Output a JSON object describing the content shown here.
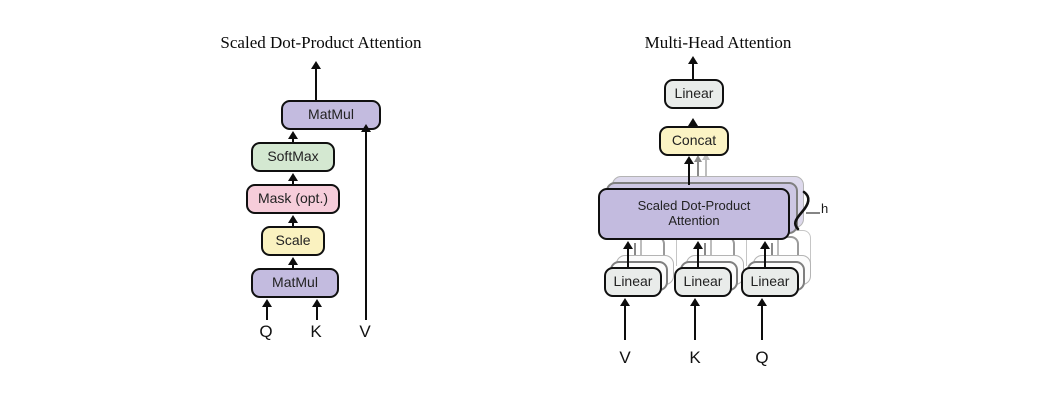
{
  "figure": {
    "panels": [
      {
        "id": "scaled-dot-product-attention",
        "title": "Scaled Dot-Product Attention",
        "nodes": [
          {
            "id": "matmul-top",
            "label": "MatMul",
            "color": "#c3bbdf"
          },
          {
            "id": "softmax",
            "label": "SoftMax",
            "color": "#d4e8d1"
          },
          {
            "id": "mask",
            "label": "Mask (opt.)",
            "color": "#f6cdda"
          },
          {
            "id": "scale",
            "label": "Scale",
            "color": "#faf2c0"
          },
          {
            "id": "matmul-bot",
            "label": "MatMul",
            "color": "#c3bbdf"
          }
        ],
        "inputs": [
          "Q",
          "K",
          "V"
        ]
      },
      {
        "id": "multi-head-attention",
        "title": "Multi-Head Attention",
        "nodes": [
          {
            "id": "linear-out",
            "label": "Linear",
            "color": "#e9ecea"
          },
          {
            "id": "concat",
            "label": "Concat",
            "color": "#fbf3c4"
          },
          {
            "id": "sdpa",
            "label": "Scaled Dot-Product\nAttention",
            "color": "#c3bbdf"
          },
          {
            "id": "linear-v",
            "label": "Linear",
            "color": "#e9ecea"
          },
          {
            "id": "linear-k",
            "label": "Linear",
            "color": "#e9ecea"
          },
          {
            "id": "linear-q",
            "label": "Linear",
            "color": "#e9ecea"
          }
        ],
        "sdpa_line1": "Scaled Dot-Product",
        "sdpa_line2": "Attention",
        "heads_label": "h",
        "inputs": [
          "V",
          "K",
          "Q"
        ]
      }
    ],
    "colors": {
      "purple": "#c3bbdf",
      "green": "#d4e8d1",
      "pink": "#f6cdda",
      "yellow": "#faf2c0",
      "gray_box": "#e9ecea",
      "stroke": "#101010",
      "ghost_mid": "#7f7f7f",
      "ghost_light": "#b4b4b4",
      "background": "#ffffff"
    }
  }
}
